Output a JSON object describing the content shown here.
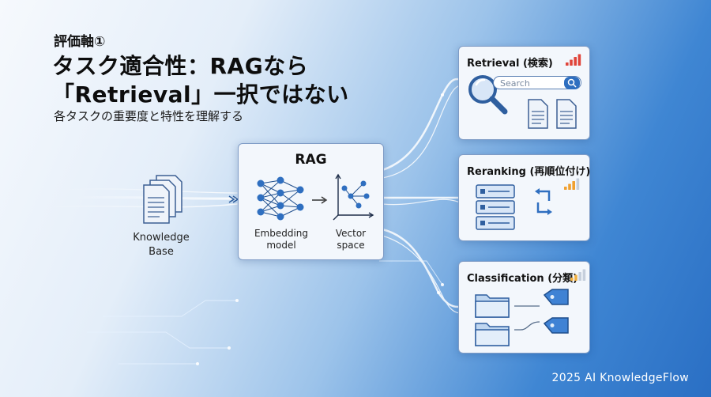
{
  "header": {
    "eyebrow": "評価軸①",
    "title_line1": "タスク適合性：RAGなら",
    "title_line2": "「Retrieval」一択ではない",
    "subtitle": "各タスクの重要度と特性を理解する"
  },
  "knowledge_base": {
    "line1": "Knowledge",
    "line2": "Base"
  },
  "rag": {
    "title": "RAG",
    "embedding_line1": "Embedding",
    "embedding_line2": "model",
    "vector_line1": "Vector",
    "vector_line2": "space"
  },
  "tasks": [
    {
      "title": "Retrieval (検索)",
      "search_placeholder": "Search",
      "importance_bars": 4
    },
    {
      "title": "Reranking (再順位付け)",
      "importance_bars": 3
    },
    {
      "title": "Classification (分類)",
      "importance_bars": 2
    }
  ],
  "footer": "2025 AI KnowledgeFlow",
  "colors": {
    "high": "#e0443a",
    "medium": "#f0a030",
    "low_on": "#f0b040",
    "off": "#c6cfdc",
    "accent_blue": "#2f6fc0"
  }
}
